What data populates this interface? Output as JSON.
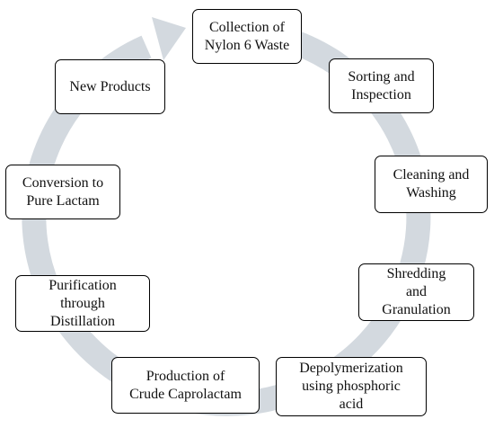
{
  "diagram": {
    "steps": [
      {
        "id": "collection",
        "label": "Collection of\nNylon 6 Waste"
      },
      {
        "id": "sorting",
        "label": "Sorting and\nInspection"
      },
      {
        "id": "cleaning",
        "label": "Cleaning and\nWashing"
      },
      {
        "id": "shredding",
        "label": "Shredding\nand\nGranulation"
      },
      {
        "id": "depolymerization",
        "label": "Depolymerization\nusing phosphoric\nacid"
      },
      {
        "id": "production",
        "label": "Production of\nCrude Caprolactam"
      },
      {
        "id": "purification",
        "label": "Purification\nthrough\nDistillation"
      },
      {
        "id": "conversion",
        "label": "Conversion to\nPure Lactam"
      },
      {
        "id": "new-products",
        "label": "New Products"
      }
    ],
    "colors": {
      "cycle_arrow": "#d3d9df",
      "box_border": "#000000",
      "box_fill": "#ffffff",
      "text": "#111111"
    }
  }
}
